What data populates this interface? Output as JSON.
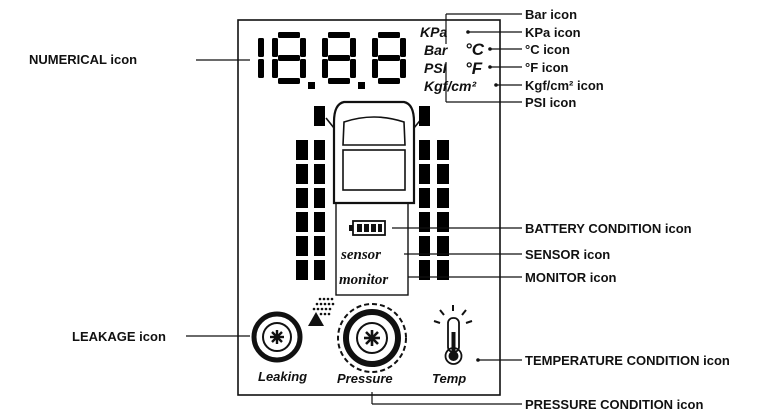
{
  "digits": "18.8.8",
  "units": {
    "kpa": "KPa",
    "bar": "Bar",
    "psi": "PSI",
    "deg_c": "°C",
    "deg_f": "°F",
    "kgf": "Kgf/cm²"
  },
  "display_words": {
    "sensor": "sensor",
    "monitor": "monitor",
    "leaking": "Leaking",
    "pressure": "Pressure",
    "temp": "Temp"
  },
  "callouts": {
    "numerical": "NUMERICAL icon",
    "bar": "Bar icon",
    "kpa": "KPa icon",
    "deg_c": "°C icon",
    "deg_f": "°F icon",
    "kgf": "Kgf/cm² icon",
    "psi": "PSI icon",
    "battery": "BATTERY CONDITION icon",
    "sensor": "SENSOR icon",
    "monitor": "MONITOR icon",
    "leakage": "LEAKAGE icon",
    "temperature": "TEMPERATURE CONDITION icon",
    "pressure": "PRESSURE CONDITION icon"
  }
}
